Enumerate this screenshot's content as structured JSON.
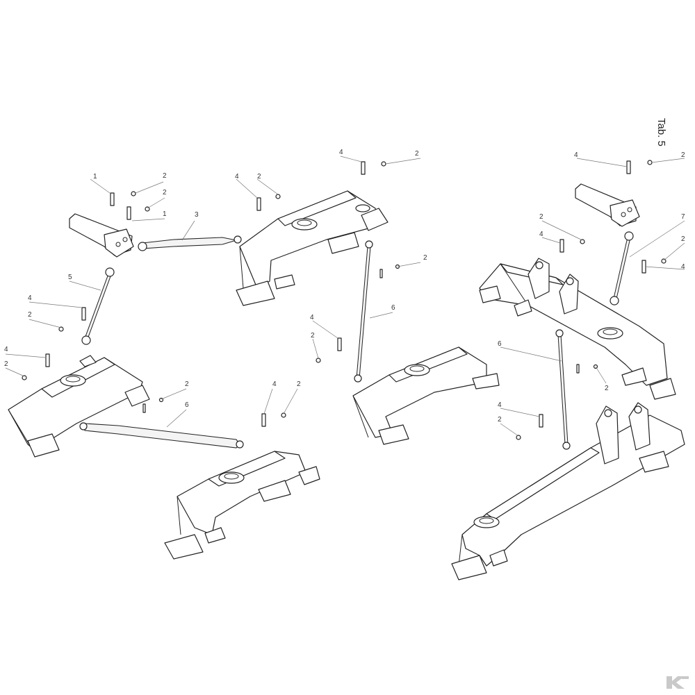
{
  "sheet": {
    "tab_label": "Tab. 5"
  },
  "callouts": [
    {
      "id": "c01",
      "text": "1"
    },
    {
      "id": "c02",
      "text": "2"
    },
    {
      "id": "c03",
      "text": "2"
    },
    {
      "id": "c04",
      "text": "1"
    },
    {
      "id": "c05",
      "text": "3"
    },
    {
      "id": "c06",
      "text": "4"
    },
    {
      "id": "c07",
      "text": "2"
    },
    {
      "id": "c08",
      "text": "5"
    },
    {
      "id": "c09",
      "text": "4"
    },
    {
      "id": "c10",
      "text": "2"
    },
    {
      "id": "c11",
      "text": "4"
    },
    {
      "id": "c12",
      "text": "2"
    },
    {
      "id": "c13",
      "text": "2"
    },
    {
      "id": "c14",
      "text": "6"
    },
    {
      "id": "c15",
      "text": "4"
    },
    {
      "id": "c16",
      "text": "2"
    },
    {
      "id": "c17",
      "text": "4"
    },
    {
      "id": "c18",
      "text": "2"
    },
    {
      "id": "c19",
      "text": "2"
    },
    {
      "id": "c20",
      "text": "6"
    },
    {
      "id": "c21",
      "text": "4"
    },
    {
      "id": "c22",
      "text": "2"
    },
    {
      "id": "c23",
      "text": "4"
    },
    {
      "id": "c24",
      "text": "2"
    },
    {
      "id": "c25",
      "text": "2"
    },
    {
      "id": "c26",
      "text": "4"
    },
    {
      "id": "c27",
      "text": "7"
    },
    {
      "id": "c28",
      "text": "2"
    },
    {
      "id": "c29",
      "text": "4"
    },
    {
      "id": "c30",
      "text": "6"
    },
    {
      "id": "c31",
      "text": "2"
    },
    {
      "id": "c32",
      "text": "4"
    },
    {
      "id": "c33",
      "text": "2"
    }
  ],
  "logo": {
    "icon": "brand-logo-icon"
  }
}
